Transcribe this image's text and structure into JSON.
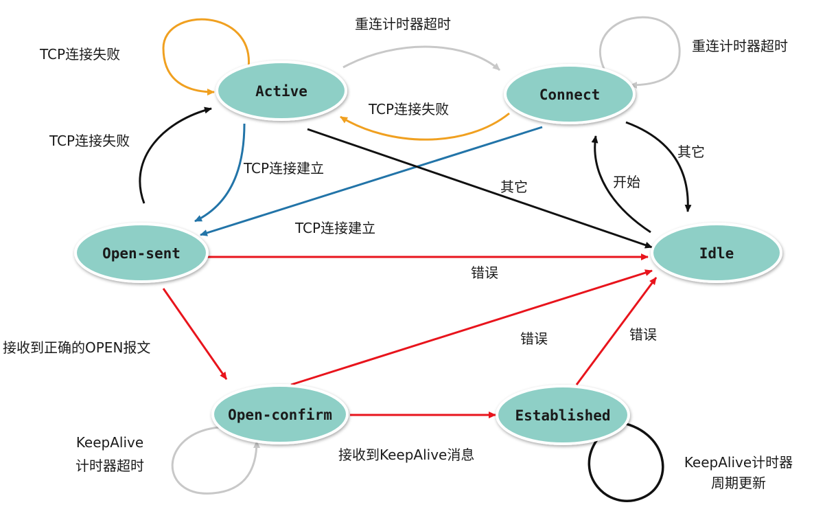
{
  "colors": {
    "node_fill": "#8ecfc6",
    "node_stroke": "#ffffff",
    "black": "#111111",
    "red": "#e8141c",
    "orange": "#f0a020",
    "blue": "#2274a8",
    "gray": "#c8c8c8"
  },
  "states": {
    "active": "Active",
    "connect": "Connect",
    "idle": "Idle",
    "open_sent": "Open-sent",
    "open_confirm": "Open-confirm",
    "established": "Established"
  },
  "labels": {
    "active_self_loop": "TCP连接失败",
    "active_to_connect": "重连计时器超时",
    "connect_self_loop": "重连计时器超时",
    "connect_to_active": "TCP连接失败",
    "opensent_to_active": "TCP连接失败",
    "active_to_opensent": "TCP连接建立",
    "connect_to_opensent": "TCP连接建立",
    "active_to_idle": "其它",
    "connect_to_idle": "其它",
    "idle_to_connect": "开始",
    "opensent_to_idle": "错误",
    "openconfirm_to_idle": "错误",
    "established_to_idle": "错误",
    "opensent_to_openconfirm": "接收到正确的OPEN报文",
    "openconfirm_to_established": "接收到KeepAlive消息",
    "openconfirm_self_loop_line1": "KeepAlive",
    "openconfirm_self_loop_line2": "计时器超时",
    "established_self_loop_line1": "KeepAlive计时器",
    "established_self_loop_line2": "周期更新"
  }
}
